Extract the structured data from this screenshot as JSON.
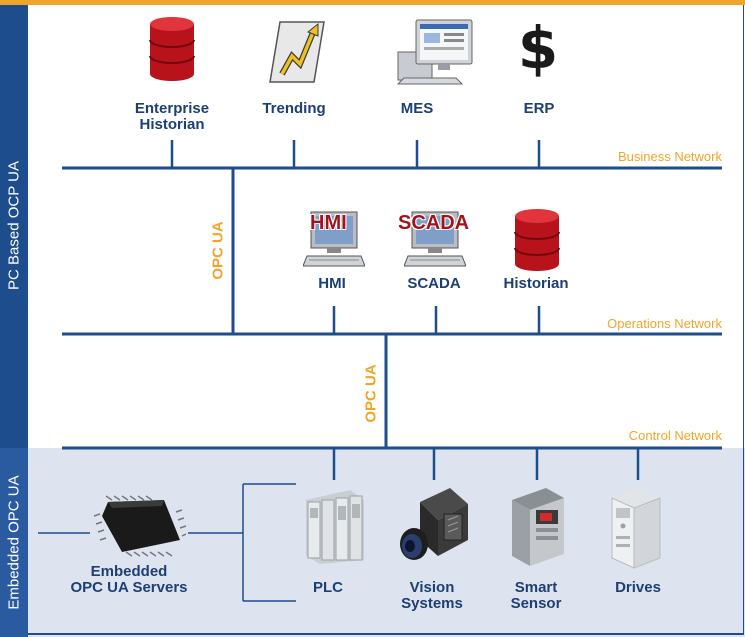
{
  "side_labels": {
    "pc_based": "PC Based OCP UA",
    "embedded": "Embedded OPC UA"
  },
  "networks": {
    "business": "Business Network",
    "operations": "Operations Network",
    "control": "Control Network"
  },
  "opc_ua_labels": {
    "upper": "OPC UA",
    "lower": "OPC UA"
  },
  "business_nodes": [
    {
      "label": "Enterprise\nHistorian",
      "icon": "database-icon"
    },
    {
      "label": "Trending",
      "icon": "trend-chart-icon"
    },
    {
      "label": "MES",
      "icon": "computer-icon"
    },
    {
      "label": "ERP",
      "icon": "dollar-icon"
    }
  ],
  "operations_nodes": [
    {
      "label": "HMI",
      "icon": "hmi-workstation-icon",
      "badge": "HMI"
    },
    {
      "label": "SCADA",
      "icon": "scada-workstation-icon",
      "badge": "SCADA"
    },
    {
      "label": "Historian",
      "icon": "database-icon"
    }
  ],
  "embedded": {
    "label": "Embedded\nOPC UA Servers",
    "icon": "chip-icon"
  },
  "control_nodes": [
    {
      "label": "PLC",
      "icon": "plc-icon"
    },
    {
      "label": "Vision\nSystems",
      "icon": "camera-icon"
    },
    {
      "label": "Smart\nSensor",
      "icon": "sensor-icon"
    },
    {
      "label": "Drives",
      "icon": "drive-icon"
    }
  ],
  "colors": {
    "navy": "#1d4d8c",
    "orange": "#f0a52a",
    "lower_bg": "#dde4f0",
    "db_red": "#c0141c"
  }
}
